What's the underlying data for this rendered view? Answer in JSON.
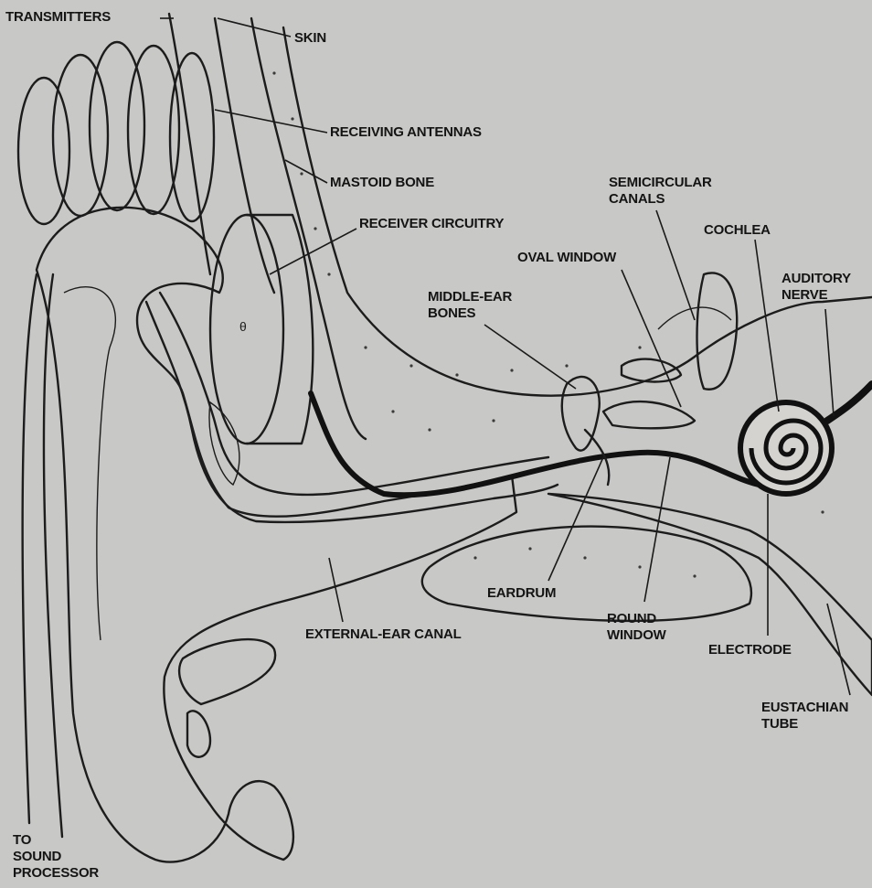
{
  "labels": {
    "transmitters": "TRANSMITTERS",
    "skin": "SKIN",
    "receiving_antennas": "RECEIVING ANTENNAS",
    "mastoid_bone": "MASTOID BONE",
    "receiver_circuitry": "RECEIVER CIRCUITRY",
    "semicircular_canals_1": "SEMICIRCULAR",
    "semicircular_canals_2": "CANALS",
    "cochlea": "COCHLEA",
    "oval_window": "OVAL WINDOW",
    "auditory_nerve_1": "AUDITORY",
    "auditory_nerve_2": "NERVE",
    "middle_ear_bones_1": "MIDDLE-EAR",
    "middle_ear_bones_2": "BONES",
    "eardrum": "EARDRUM",
    "round_window_1": "ROUND",
    "round_window_2": "WINDOW",
    "electrode": "ELECTRODE",
    "external_ear_canal": "EXTERNAL-EAR CANAL",
    "eustachian_tube_1": "EUSTACHIAN",
    "eustachian_tube_2": "TUBE",
    "to_sound_processor_1": "TO",
    "to_sound_processor_2": "SOUND",
    "to_sound_processor_3": "PROCESSOR"
  },
  "colors": {
    "paper": "#c8c8c6",
    "ink": "#1c1c1c",
    "bone_fill": "#d2d1ce"
  }
}
